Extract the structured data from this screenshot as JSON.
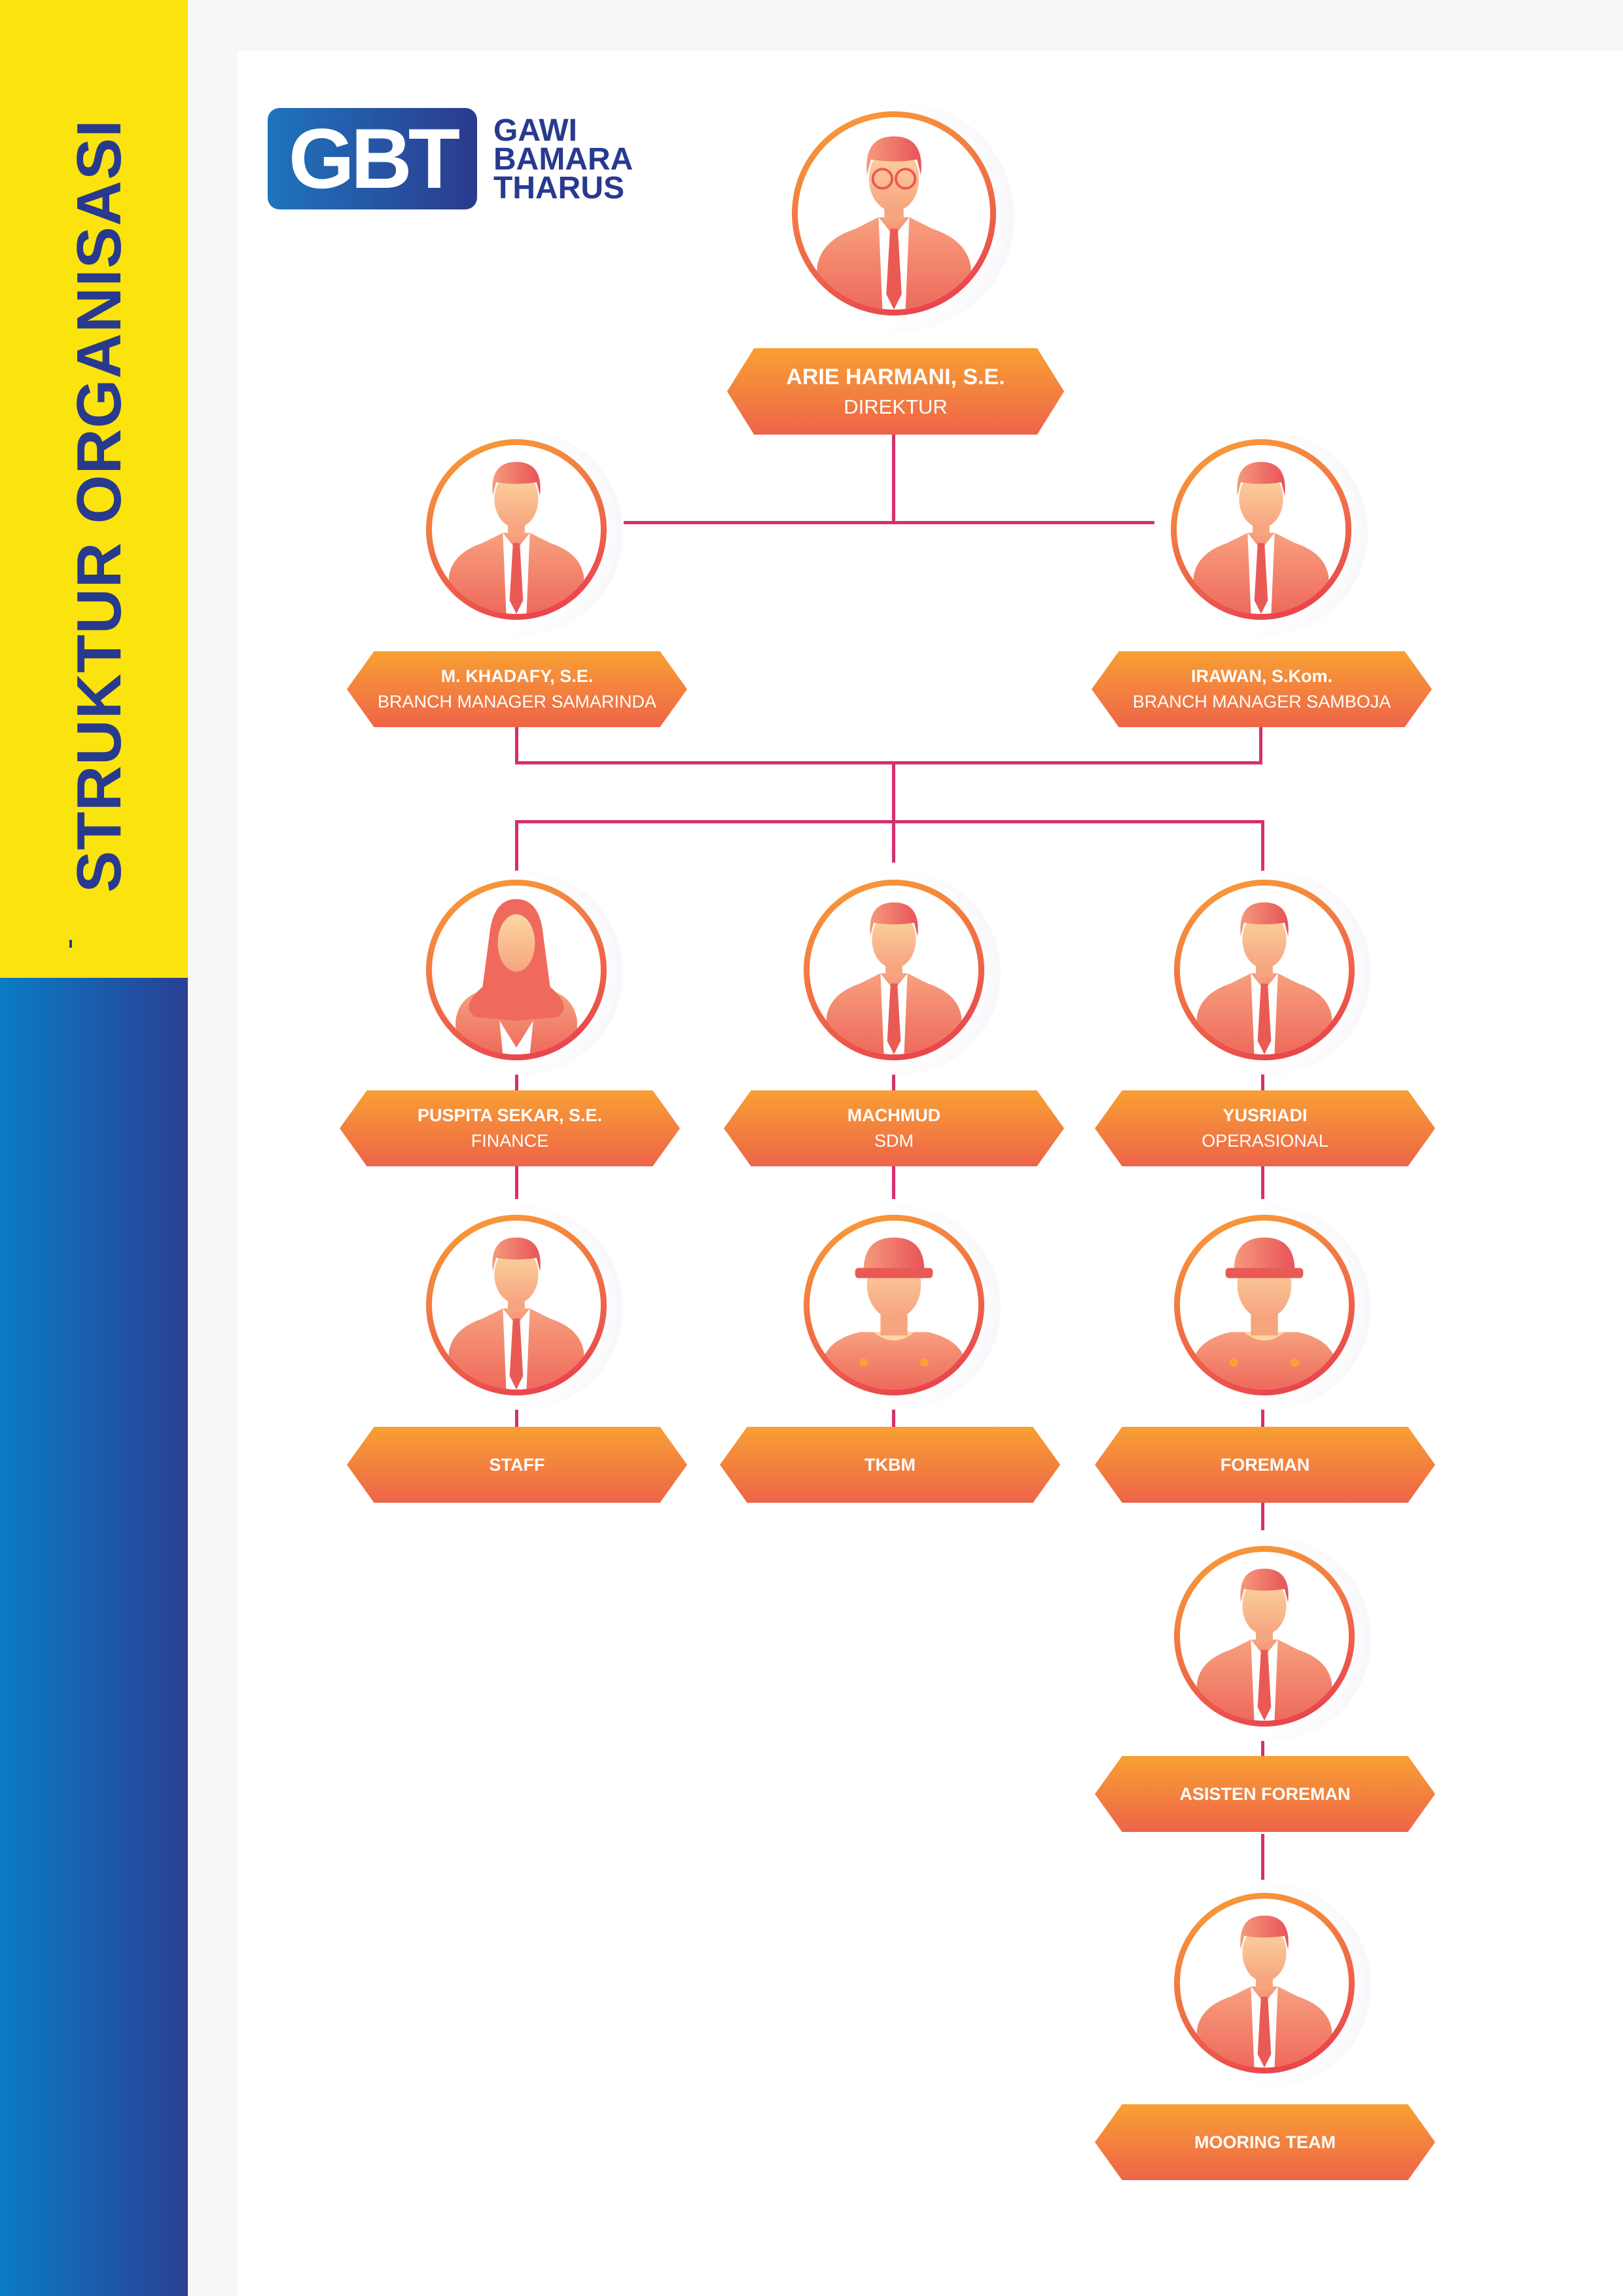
{
  "title": "STRUKTUR ORGANISASI",
  "logo": {
    "mark": "GBT",
    "lines": [
      "GAWI",
      "BAMARA",
      "THARUS"
    ]
  },
  "colors": {
    "yellow": "#fbe30d",
    "blue": "#2a3f94",
    "connector": "#d6306f",
    "label_top": "#f8a033",
    "label_bottom": "#ee6449"
  },
  "nodes": [
    {
      "name": "ARIE HARMANI, S.E.",
      "role": "DIREKTUR",
      "avatar": "man-glasses-icon"
    },
    {
      "name": "M. KHADAFY, S.E.",
      "role": "BRANCH MANAGER SAMARINDA",
      "avatar": "man-icon"
    },
    {
      "name": "IRAWAN, S.Kom.",
      "role": "BRANCH MANAGER SAMBOJA",
      "avatar": "man-icon"
    },
    {
      "name": "PUSPITA SEKAR, S.E.",
      "role": "FINANCE",
      "avatar": "woman-hijab-icon"
    },
    {
      "name": "MACHMUD",
      "role": "SDM",
      "avatar": "man-icon"
    },
    {
      "name": "YUSRIADI",
      "role": "OPERASIONAL",
      "avatar": "man-icon"
    },
    {
      "name": "STAFF",
      "avatar": "man-icon"
    },
    {
      "name": "TKBM",
      "avatar": "worker-hardhat-icon"
    },
    {
      "name": "FOREMAN",
      "avatar": "worker-hardhat-icon"
    },
    {
      "name": "ASISTEN FOREMAN",
      "avatar": "man-icon"
    },
    {
      "name": "MOORING TEAM",
      "avatar": "man-icon"
    }
  ]
}
